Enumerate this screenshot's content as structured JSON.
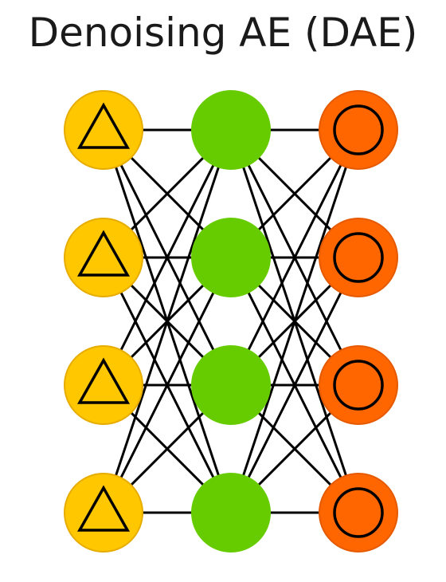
{
  "title": "Denoising AE (DAE)",
  "layers": [
    {
      "role": "input",
      "count": 4,
      "fill": "#FFC700",
      "stroke": "#E6AC00",
      "symbol": "triangle-icon"
    },
    {
      "role": "hidden",
      "count": 4,
      "fill": "#66CC00",
      "stroke": "#66CC00",
      "symbol": "none"
    },
    {
      "role": "output",
      "count": 4,
      "fill": "#FF6600",
      "stroke": "#E55A00",
      "symbol": "circle-icon"
    }
  ],
  "connections": "fully-connected",
  "colors": {
    "edge": "#000000",
    "title": "#1a1a1a"
  }
}
